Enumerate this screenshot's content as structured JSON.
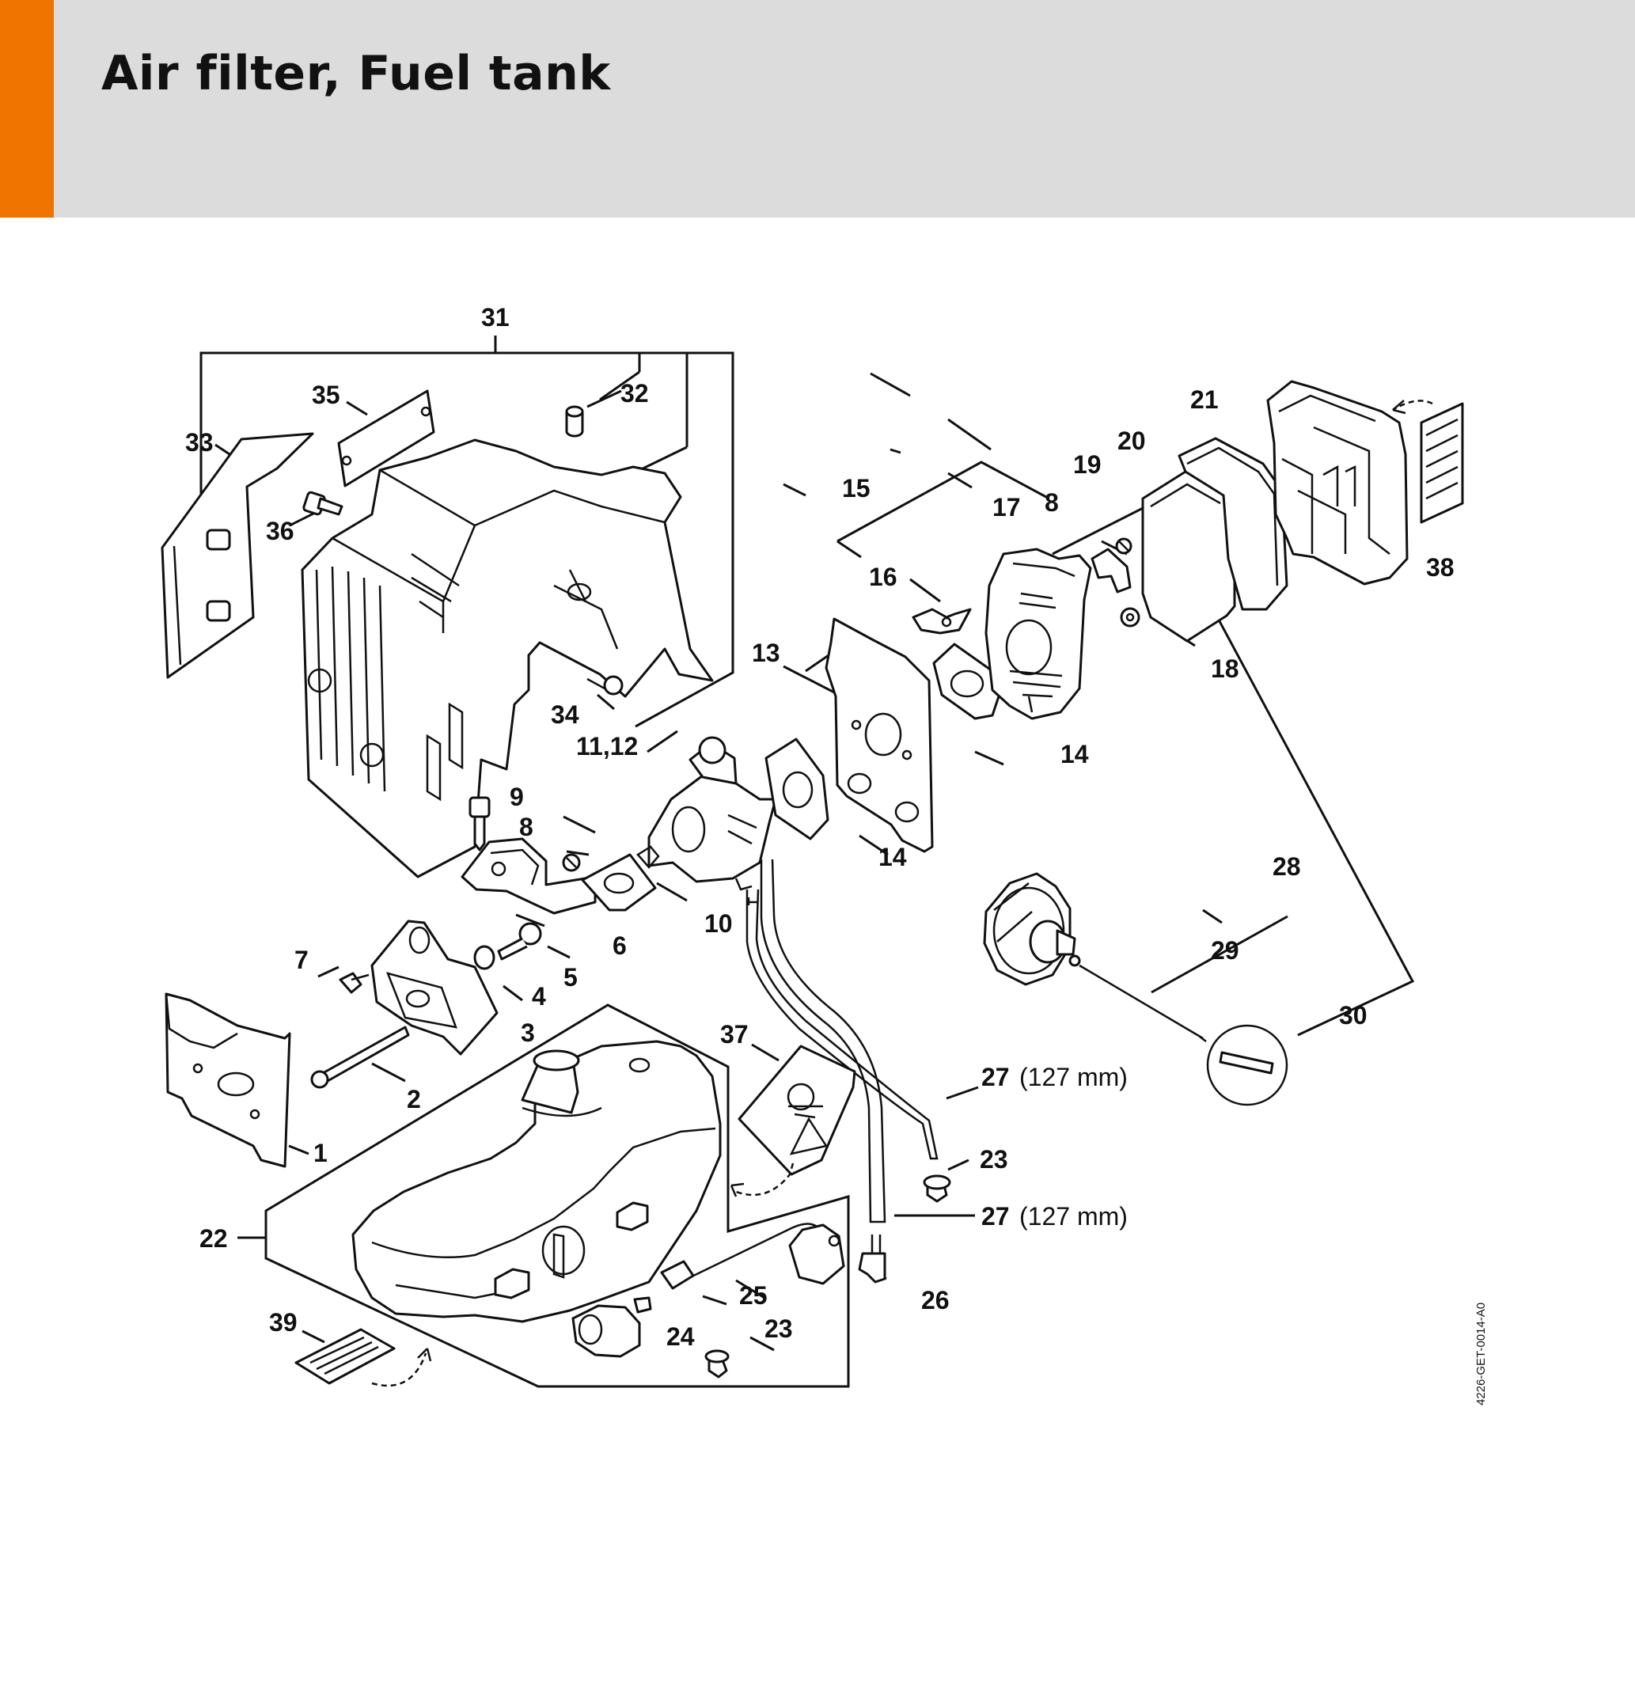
{
  "page": {
    "title": "Air filter, Fuel tank",
    "accent_color": "#f07400",
    "header_color": "#dcdcdc"
  },
  "diagram": {
    "drawing_code": "4226-GET-0014-A0",
    "labels": {
      "l1": "1",
      "l2": "2",
      "l3": "3",
      "l4": "4",
      "l5": "5",
      "l6": "6",
      "l7": "7",
      "l8a": "8",
      "l8b": "8",
      "l9": "9",
      "l10": "10",
      "l11_12": "11,12",
      "l13": "13",
      "l14a": "14",
      "l14b": "14",
      "l15": "15",
      "l16": "16",
      "l17": "17",
      "l18": "18",
      "l19": "19",
      "l20": "20",
      "l21": "21",
      "l22": "22",
      "l23a": "23",
      "l23b": "23",
      "l24": "24",
      "l25": "25",
      "l26": "26",
      "l27a": "27",
      "l27b": "27",
      "l27a_note": "(127 mm)",
      "l27b_note": "(127 mm)",
      "l28": "28",
      "l29": "29",
      "l30": "30",
      "l31": "31",
      "l32": "32",
      "l33": "33",
      "l34": "34",
      "l35": "35",
      "l36": "36",
      "l37": "37",
      "l38": "38",
      "l39": "39"
    }
  }
}
